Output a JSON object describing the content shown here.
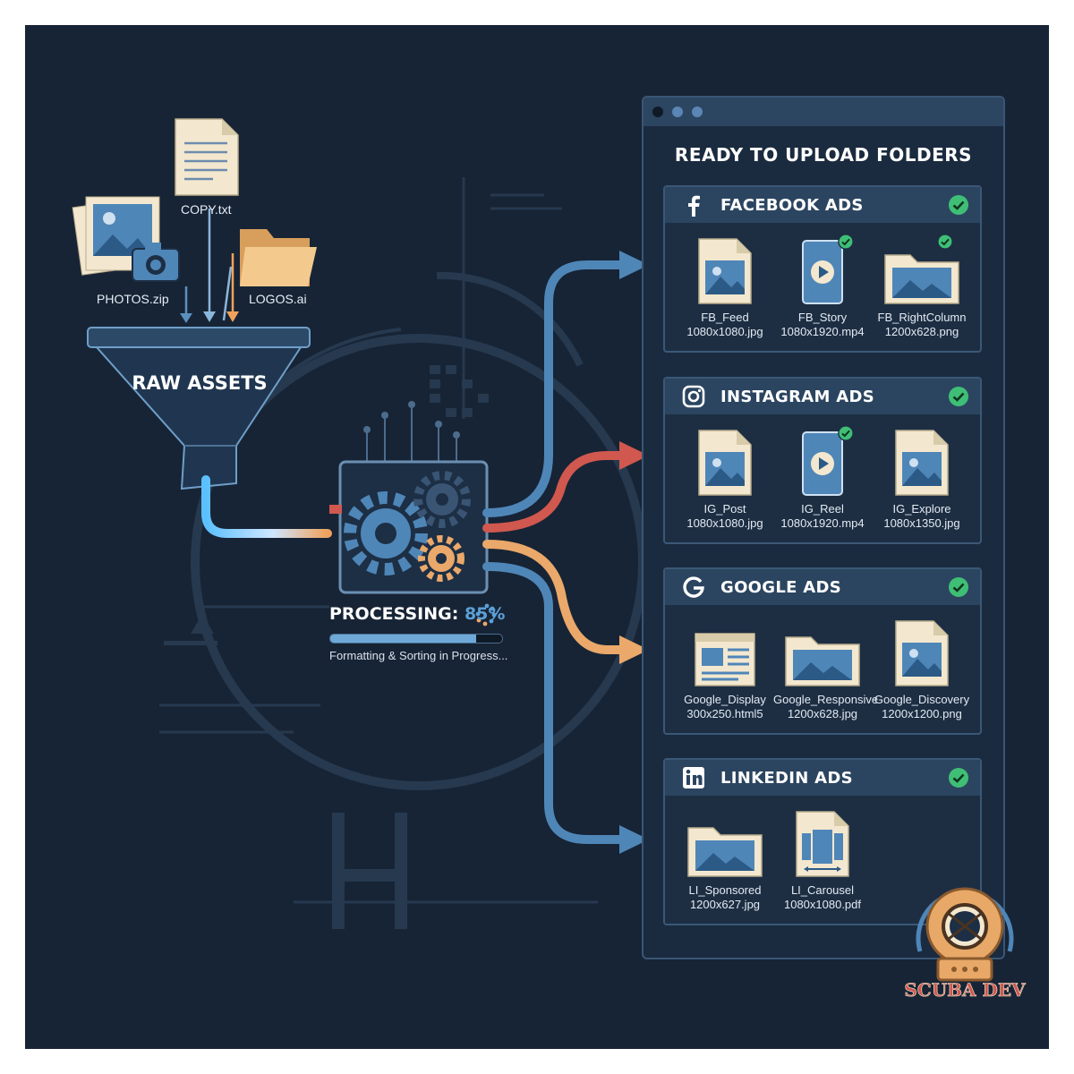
{
  "inputs": {
    "photos_label": "PHOTOS.zip",
    "copy_label": "COPY.txt",
    "logos_label": "LOGOS.ai",
    "funnel_label": "RAW ASSETS"
  },
  "processing": {
    "label": "PROCESSING:",
    "value": "85%",
    "progress": 0.85,
    "status": "Formatting & Sorting in Progress..."
  },
  "window": {
    "title": "READY TO UPLOAD FOLDERS",
    "dots": [
      "#0f1a27",
      "#5a86b5",
      "#5a86b5"
    ]
  },
  "folders": [
    {
      "title": "FACEBOOK ADS",
      "logo": "facebook-icon",
      "assets": [
        {
          "icon": "image-file-icon",
          "name": "FB_Feed",
          "size": "1080x1080.jpg"
        },
        {
          "icon": "video-file-icon",
          "name": "FB_Story",
          "size": "1080x1920.mp4"
        },
        {
          "icon": "folder-image-icon",
          "name": "FB_RightColumn",
          "size": "1200x628.png"
        }
      ]
    },
    {
      "title": "INSTAGRAM ADS",
      "logo": "instagram-icon",
      "assets": [
        {
          "icon": "image-file-icon",
          "name": "IG_Post",
          "size": "1080x1080.jpg"
        },
        {
          "icon": "video-file-icon",
          "name": "IG_Reel",
          "size": "1080x1920.mp4"
        },
        {
          "icon": "image-file-icon",
          "name": "IG_Explore",
          "size": "1080x1350.jpg"
        }
      ]
    },
    {
      "title": "GOOGLE ADS",
      "logo": "google-icon",
      "assets": [
        {
          "icon": "html-file-icon",
          "name": "Google_Display",
          "size": "300x250.html5"
        },
        {
          "icon": "folder-image-icon",
          "name": "Google_Responsive",
          "size": "1200x628.jpg"
        },
        {
          "icon": "image-file-icon",
          "name": "Google_Discovery",
          "size": "1200x1200.png"
        }
      ]
    },
    {
      "title": "LINKEDIN ADS",
      "logo": "linkedin-icon",
      "assets": [
        {
          "icon": "folder-image-icon",
          "name": "LI_Sponsored",
          "size": "1200x627.jpg"
        },
        {
          "icon": "carousel-file-icon",
          "name": "LI_Carousel",
          "size": "1080x1080.pdf"
        }
      ]
    }
  ],
  "colors": {
    "background": "#172435",
    "accent_blue": "#4f86b8",
    "accent_red": "#d0584f",
    "accent_orange": "#eaa86a",
    "check_green": "#3fbf76",
    "file_cream": "#f3e8cf"
  },
  "badge": {
    "text": "SCUBA DEV"
  }
}
